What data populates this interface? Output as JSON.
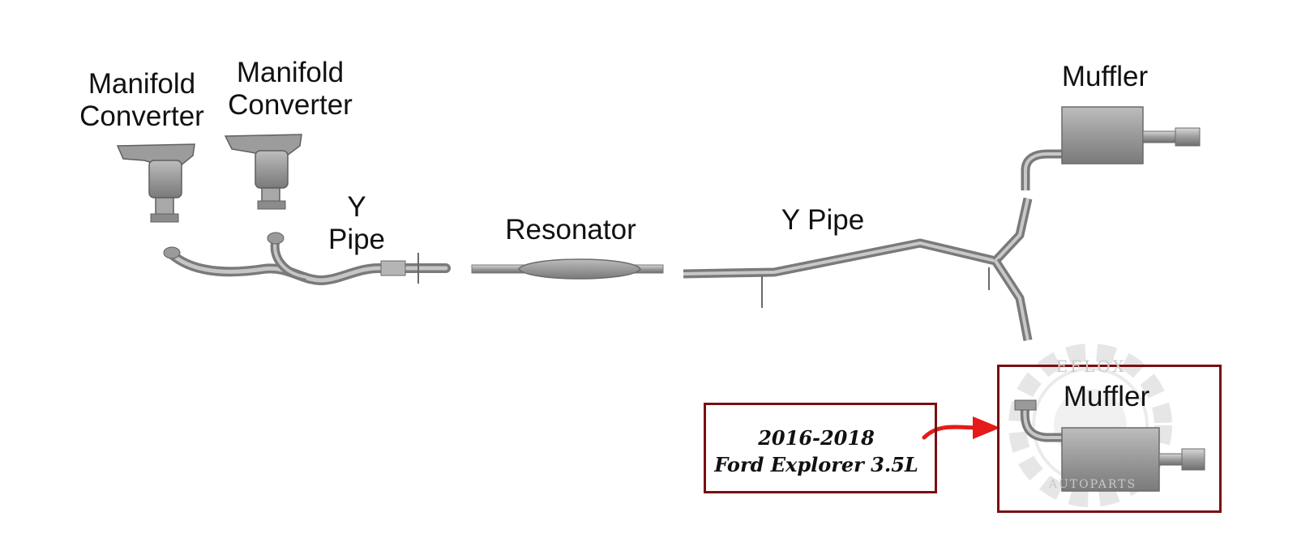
{
  "parts": {
    "manifold_converter_1": {
      "line1": "Manifold",
      "line2": "Converter"
    },
    "manifold_converter_2": {
      "line1": "Manifold",
      "line2": "Converter"
    },
    "y_pipe_front": {
      "line1": "Y",
      "line2": "Pipe"
    },
    "resonator": "Resonator",
    "y_pipe_rear": "Y Pipe",
    "muffler_top": "Muffler",
    "muffler_highlight": "Muffler"
  },
  "vehicle": {
    "years": "2016-2018",
    "model": "Ford Explorer 3.5L"
  },
  "watermark": {
    "top_text": "EFLOX",
    "bottom_text": "AUTOPARTS"
  },
  "colors": {
    "frame": "#7a0f12",
    "arrow": "#e41b17",
    "metal": "#a9a9a9"
  }
}
